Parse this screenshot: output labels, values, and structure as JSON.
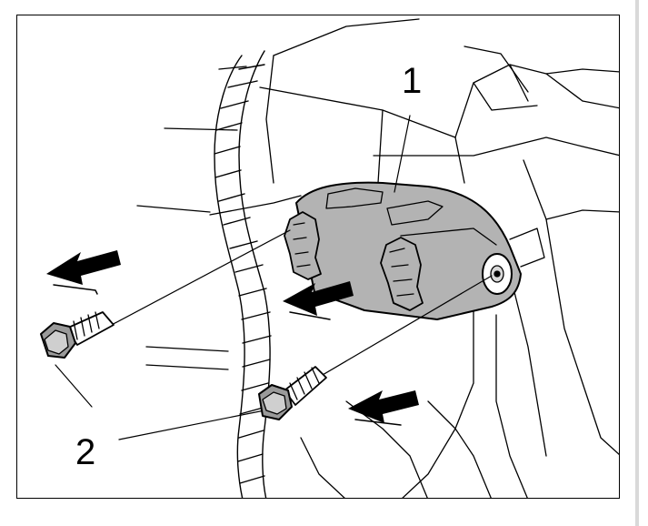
{
  "callouts": {
    "module": "1",
    "bolts": "2"
  },
  "colors": {
    "module_fill": "#b3b3b3",
    "line": "#000000",
    "frame": "#000000",
    "background": "#ffffff"
  },
  "arrows": {
    "direction": "left",
    "count": 3
  }
}
